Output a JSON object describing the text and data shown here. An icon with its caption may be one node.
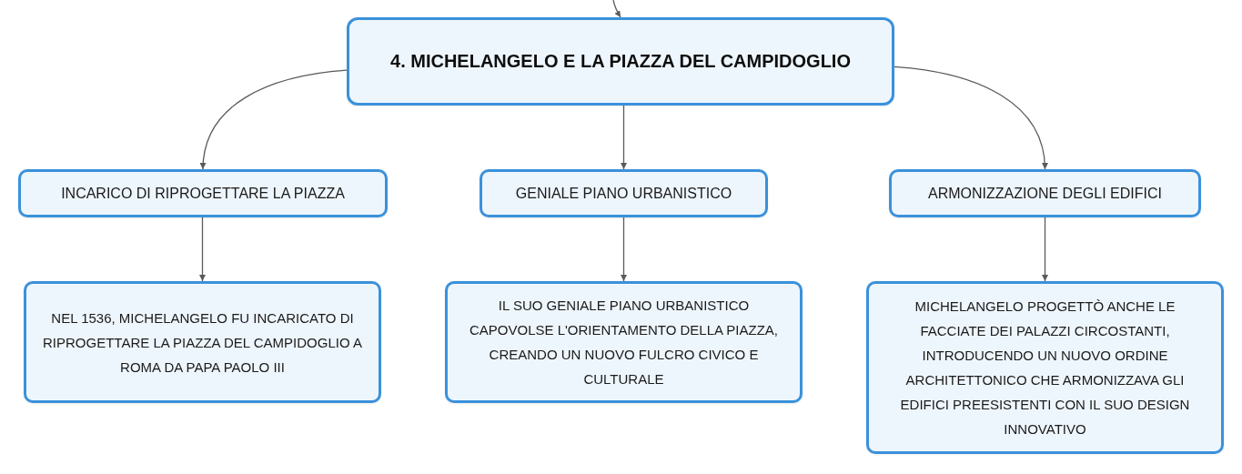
{
  "diagram": {
    "nodes": [
      {
        "text": [
          "4. MICHELANGELO E LA PIAZZA DEL CAMPIDOGLIO"
        ]
      },
      {
        "text": [
          "INCARICO DI RIPROGETTARE LA PIAZZA"
        ]
      },
      {
        "text": [
          "GENIALE PIANO URBANISTICO"
        ]
      },
      {
        "text": [
          "ARMONIZZAZIONE DEGLI EDIFICI"
        ]
      },
      {
        "text": [
          "NEL 1536, MICHELANGELO FU INCARICATO DI RIPROGETTARE LA PIAZZA DEL CAMPIDOGLIO A ROMA DA PAPA PAOLO III"
        ]
      },
      {
        "text": [
          "IL SUO GENIALE PIANO URBANISTICO CAPOVOLSE L'ORIENTAMENTO DELLA PIAZZA, CREANDO UN NUOVO FULCRO CIVICO E CULTURALE"
        ]
      },
      {
        "text": [
          "MICHELANGELO PROGETTÒ ANCHE LE FACCIATE DEI PALAZZI CIRCOSTANTI, INTRODUCENDO UN NUOVO ORDINE ARCHITETTONICO CHE ARMONIZZAVA GLI EDIFICI PREESISTENTI CON IL SUO DESIGN INNOVATIVO"
        ]
      }
    ],
    "edges": [
      {
        "from": 0,
        "to": 1,
        "arrow": "to"
      },
      {
        "from": 0,
        "to": 2,
        "arrow": "to"
      },
      {
        "from": 0,
        "to": 3,
        "arrow": "to"
      },
      {
        "from": 1,
        "to": 4,
        "arrow": "to"
      },
      {
        "from": 2,
        "to": 5,
        "arrow": "to"
      },
      {
        "from": 3,
        "to": 6,
        "arrow": "to"
      },
      {
        "from": null,
        "to": 0,
        "arrow": "to"
      }
    ]
  }
}
